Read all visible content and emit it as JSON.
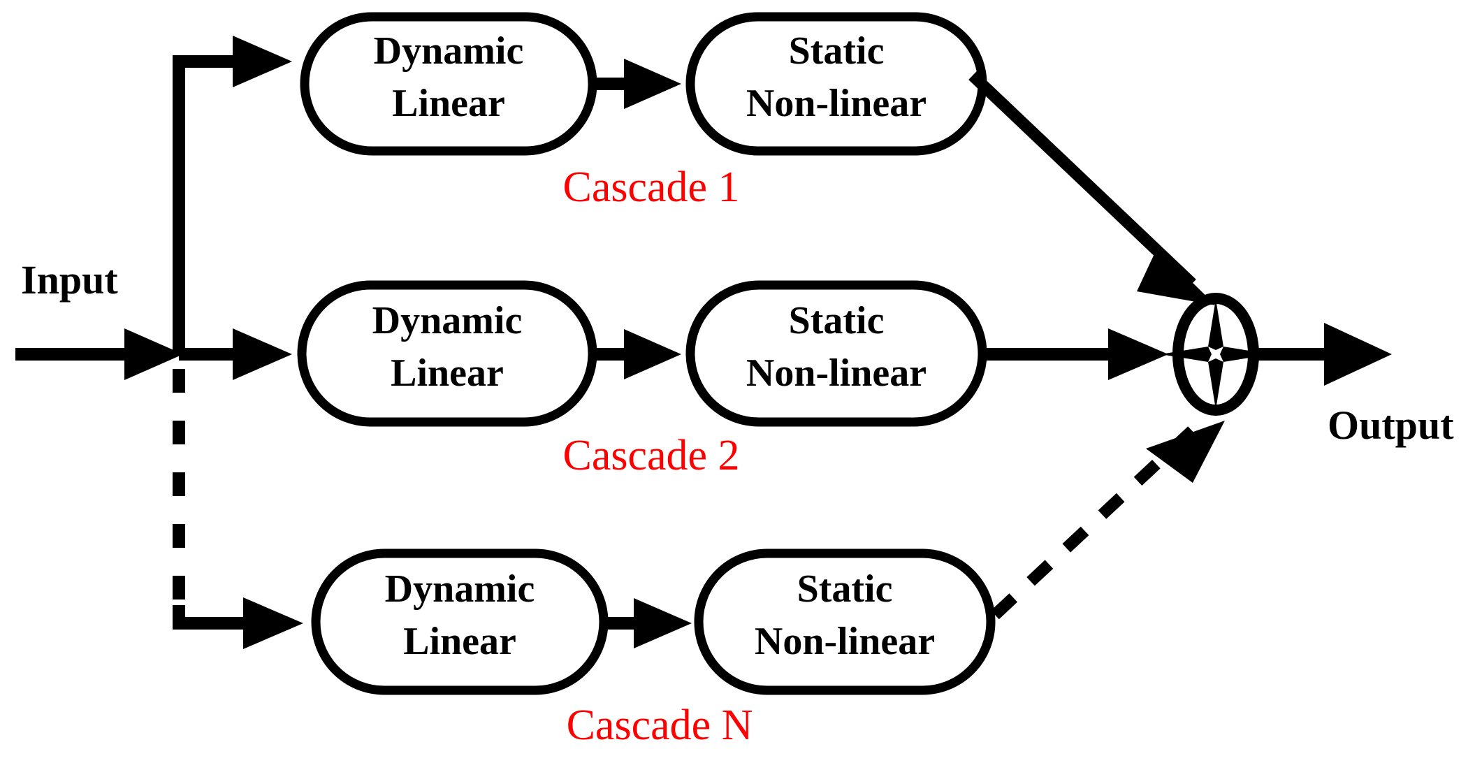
{
  "diagram": {
    "title": "Parallel cascade (Hammerstein branches) block diagram",
    "colors": {
      "stroke": "#000000",
      "box_fill": "#ffffff",
      "cascade_label": "#ff0000",
      "background": "#ffffff"
    },
    "io": {
      "input_label": "Input",
      "output_label": "Output"
    },
    "branches": [
      {
        "id": "cascade-1",
        "caption": "Cascade 1",
        "blocks": [
          {
            "line1": "Dynamic",
            "line2": "Linear"
          },
          {
            "line1": "Static",
            "line2": "Non-linear"
          }
        ],
        "input_link_style": "solid",
        "output_link_style": "solid"
      },
      {
        "id": "cascade-2",
        "caption": "Cascade 2",
        "blocks": [
          {
            "line1": "Dynamic",
            "line2": "Linear"
          },
          {
            "line1": "Static",
            "line2": "Non-linear"
          }
        ],
        "input_link_style": "solid",
        "output_link_style": "solid"
      },
      {
        "id": "cascade-n",
        "caption": "Cascade N",
        "blocks": [
          {
            "line1": "Dynamic",
            "line2": "Linear"
          },
          {
            "line1": "Static",
            "line2": "Non-linear"
          }
        ],
        "input_link_style": "dashed",
        "output_link_style": "dashed"
      }
    ],
    "summing_junction": {
      "name": "summer",
      "symbol": "cross-in-ellipse",
      "inputs": 3
    }
  }
}
